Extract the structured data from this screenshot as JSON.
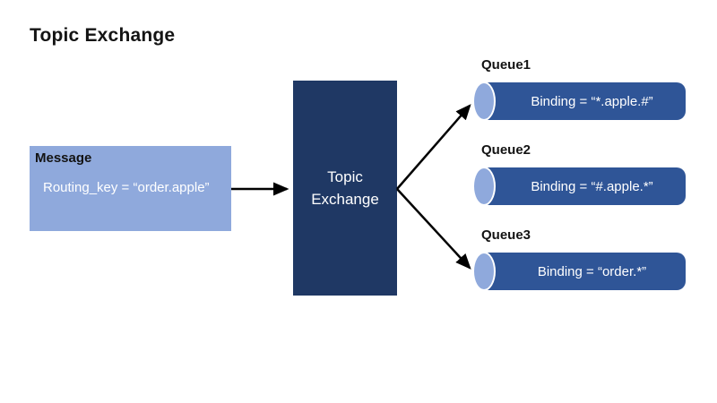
{
  "title": "Topic Exchange",
  "message": {
    "label": "Message",
    "routing_key": "Routing_key = “order.apple”"
  },
  "exchange": {
    "label_line1": "Topic",
    "label_line2": "Exchange"
  },
  "queues": [
    {
      "name": "Queue1",
      "binding": "Binding = “*.apple.#”"
    },
    {
      "name": "Queue2",
      "binding": "Binding = “#.apple.*”"
    },
    {
      "name": "Queue3",
      "binding": "Binding = “order.*”"
    }
  ],
  "arrows": {
    "message_to_exchange": "message-box to exchange-box",
    "exchange_to_queue1": "exchange-box to queue1 cylinder",
    "exchange_to_queue3": "exchange-box to queue3 cylinder"
  },
  "colors": {
    "light_blue": "#8FA9DC",
    "navy": "#1F3864",
    "medium_blue": "#2F5597",
    "text_dark": "#131313",
    "text_light": "#FFFFFF",
    "arrow": "#000000",
    "background": "#FFFFFF"
  }
}
